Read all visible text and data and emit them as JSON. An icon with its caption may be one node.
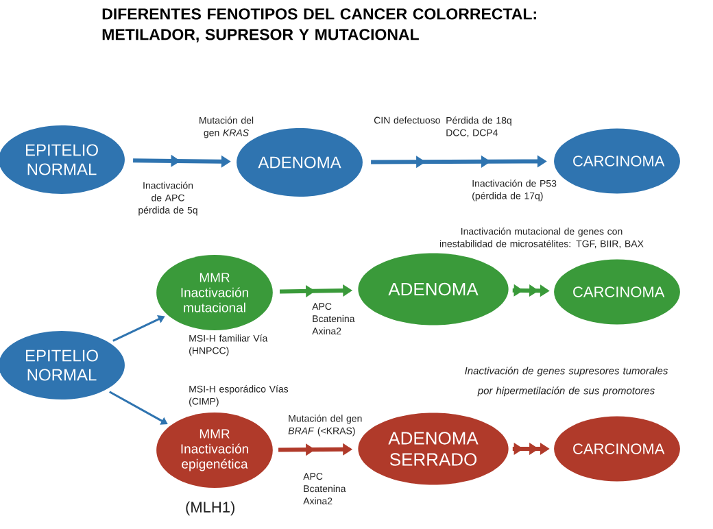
{
  "diagram": {
    "title": "DIFERENTES FENOTIPOS DEL CANCER COLORRECTAL: METILADOR, SUPRESOR Y MUTACIONAL",
    "nodes": [
      {
        "text": [
          "EPITELIO NORMAL"
        ]
      },
      {
        "text": [
          "ADENOMA"
        ]
      },
      {
        "text": [
          "CARCINOMA"
        ]
      },
      {
        "text": [
          "EPITELIO NORMAL"
        ]
      },
      {
        "text": [
          "MMR Inactivación mutacional"
        ],
        "beside": [
          "MSI-H familiar Vía (HNPCC)"
        ]
      },
      {
        "text": [
          "ADENOMA"
        ]
      },
      {
        "text": [
          "CARCINOMA"
        ]
      },
      {
        "text": [
          "MMR Inactivación epigenética"
        ],
        "beside": [
          "MSI-H esporádico Vías (CIMP)",
          "(MLH1)"
        ]
      },
      {
        "text": [
          "ADENOMA SERRADO"
        ]
      },
      {
        "text": [
          "CARCINOMA"
        ]
      }
    ],
    "edges": [
      {
        "from": 0,
        "to": 1,
        "arrow": "to"
      },
      {
        "from": 1,
        "to": 2,
        "arrow": "to"
      },
      {
        "from": 3,
        "to": 4,
        "arrow": "to"
      },
      {
        "from": 4,
        "to": 5,
        "arrow": "to",
        "color": "#3a9a3a"
      },
      {
        "from": 5,
        "to": 6,
        "arrow": "to",
        "color": "#3a9a3a"
      },
      {
        "from": 3,
        "to": 7,
        "arrow": "to"
      },
      {
        "from": 7,
        "to": 8,
        "arrow": "to",
        "color": "#b03a2a"
      },
      {
        "from": 8,
        "to": 9,
        "arrow": "to",
        "color": "#b03a2a"
      }
    ],
    "labels": [
      "Mutación del gen *KRAS*",
      "Inactivación de APC pérdida de 5q",
      "CIN defectuoso",
      "Pérdida de 18q DCC, DCP4",
      "Inactivación de P53 (pérdida de 17q)",
      "Inactivación mutacional de genes con inestabilidad de microsatélites: TGF, BIIR, BAX",
      "APC Bcatenina Axina2",
      "Inactivación de genes supresores tumorales por hipermetilación de sus promotores",
      "Mutación del gen *BRAF* (<KRAS)",
      "APC Bcatenina Axina2"
    ]
  }
}
